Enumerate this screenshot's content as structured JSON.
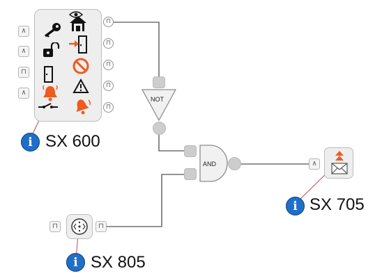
{
  "devices": {
    "sx600": {
      "label": "SX 600"
    },
    "sx705": {
      "label": "SX 705"
    },
    "sx805": {
      "label": "SX 805"
    }
  },
  "gates": {
    "not": {
      "label": "NOT"
    },
    "and": {
      "label": "AND"
    }
  },
  "info_icon": {
    "glyph": "i"
  },
  "ports": {
    "sx600_left": [
      "∧",
      "∧",
      "⊓",
      "∧"
    ],
    "sx600_right": [
      "⊓",
      "⊓",
      "⊓",
      "⊓",
      "⊓"
    ],
    "sx705_in": "∧",
    "sx805_in": "⊓",
    "sx805_out": "⊓"
  },
  "colors": {
    "accent_orange": "#f05a1e",
    "info_blue": "#1f6fc9",
    "wire": "#707070",
    "lead": "#c04a4a"
  }
}
